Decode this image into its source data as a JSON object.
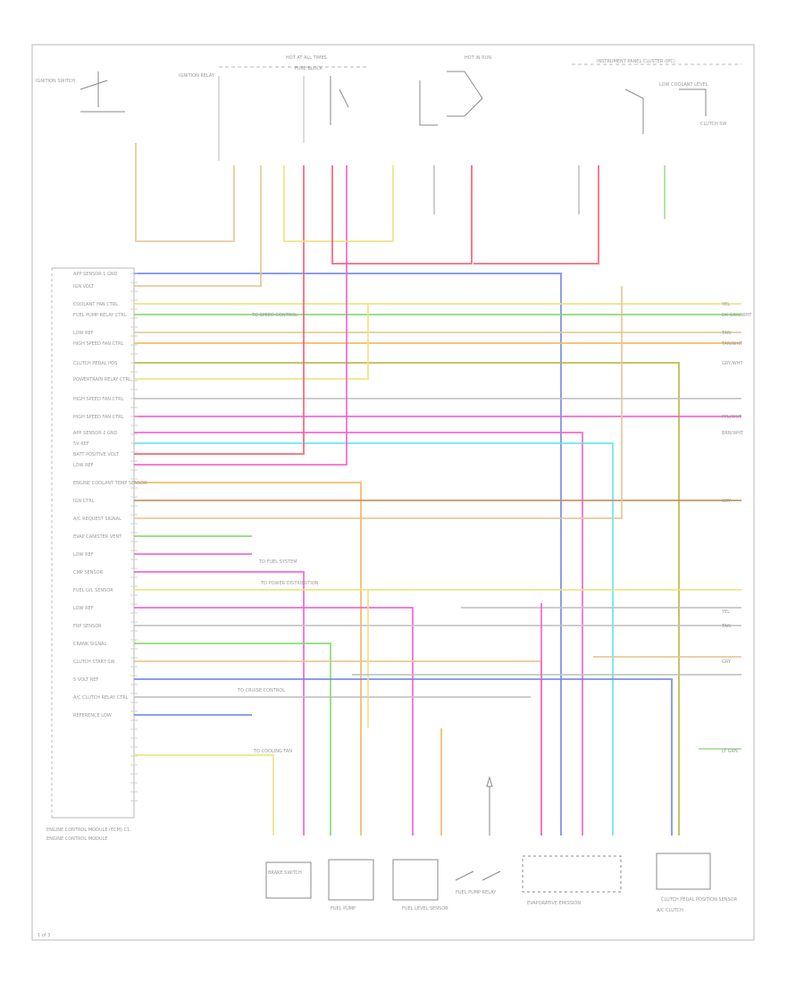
{
  "diagram": {
    "pin_labels": [
      "APP SENSOR 1 GND",
      "IGN VOLT",
      "COOLANT FAN CTRL",
      "FUEL PUMP RELAY CTRL",
      "LOW REF",
      "HIGH SPEED FAN CTRL",
      "CLUTCH PEDAL POS",
      "POWERTRAIN RELAY CTRL",
      "HIGH SPEED FAN CTRL",
      "HIGH SPEED FAN CTRL",
      "APP SENSOR 2 GND",
      "5V REF",
      "BATT POSITIVE VOLT",
      "LOW REF",
      "ENGINE COOLANT TEMP SENSOR",
      "IGN CTRL",
      "A/C REQUEST SIGNAL",
      "EVAP CANISTER VENT",
      "LOW REF",
      "CMP SENSOR",
      "FUEL LVL SENSOR",
      "LOW REF",
      "FRP SENSOR",
      "CRANK SIGNAL",
      "CLUTCH START SW",
      "5 VOLT REF",
      "A/C CLUTCH RELAY CTRL",
      "REFERENCE LOW"
    ],
    "right_labels": [
      "YEL",
      "DK GRN/WHT",
      "TAN",
      "TAN/WHT",
      "GRY/WHT",
      "PPL/WHT",
      "BRN/WHT",
      "GRY",
      "YEL",
      "TAN",
      "GRY",
      "LT GRN"
    ],
    "top_labels": [
      "IGNITION SWITCH",
      "HOT AT ALL TIMES",
      "HOT IN RUN",
      "IGNITION RELAY",
      "INSTRUMENT PANEL CLUSTER (IPC)",
      "LOW COOLANT LEVEL",
      "FUSE BLOCK",
      "CLUTCH SW"
    ],
    "bottom_labels": [
      "ENGINE CONTROL MODULE",
      "FUEL PUMP",
      "FUEL LEVEL SENSOR",
      "FUEL PUMP RELAY",
      "EVAPORATIVE EMISSION",
      "CLUTCH PEDAL POSITION SENSOR",
      "BRAKE SWITCH",
      "A/C CLUTCH"
    ],
    "note_labels": [
      "TO SPEED CONTROL",
      "TO FUEL SYSTEM",
      "TO POWER DISTRIBUTION",
      "TO CRUISE CONTROL",
      "TO COOLING FAN"
    ],
    "ecm_block_text": "ENGINE CONTROL MODULE (ECM) C1",
    "corner_text": "1 of 3"
  },
  "colors": {
    "blue": "#6f86e6",
    "yellow": "#ece27a",
    "tan": "#e4c590",
    "green": "#82d86a",
    "pink": "#f45ccc",
    "red": "#f25c70",
    "cyan": "#5ce6ee",
    "orange": "#f0b85a",
    "brown": "#c08c5a",
    "olive": "#b6b63c",
    "gray": "#c0c0c0",
    "lightgreen": "#9ee08e"
  }
}
